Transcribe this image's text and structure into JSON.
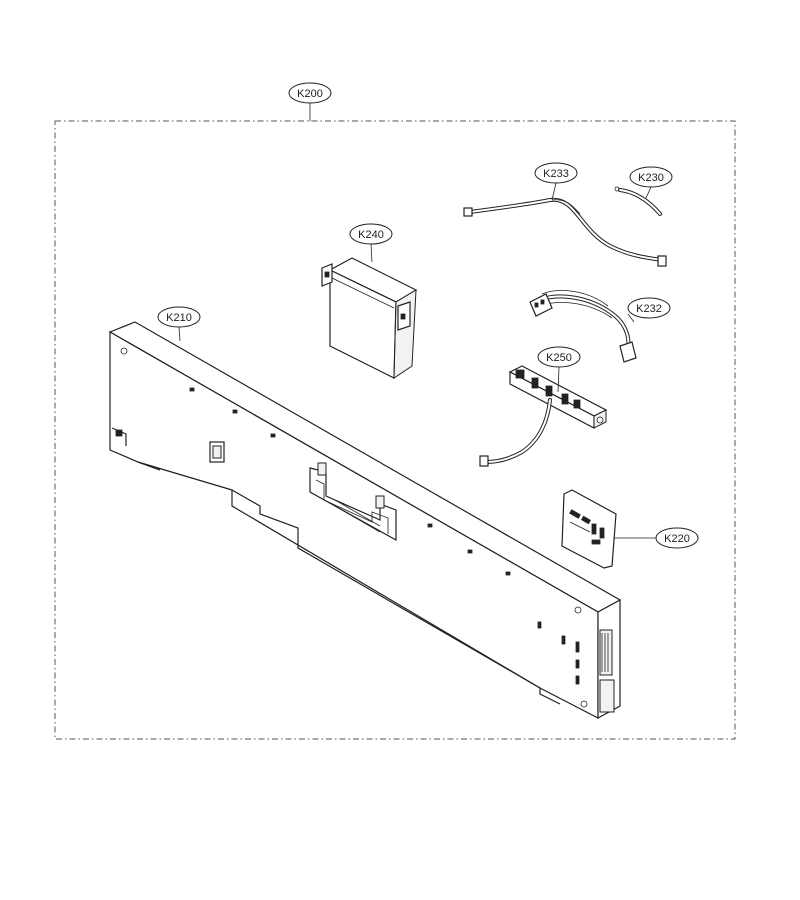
{
  "diagram": {
    "callouts": {
      "k200": "K200",
      "k210": "K210",
      "k220": "K220",
      "k230": "K230",
      "k232": "K232",
      "k233": "K233",
      "k240": "K240",
      "k250": "K250"
    }
  }
}
